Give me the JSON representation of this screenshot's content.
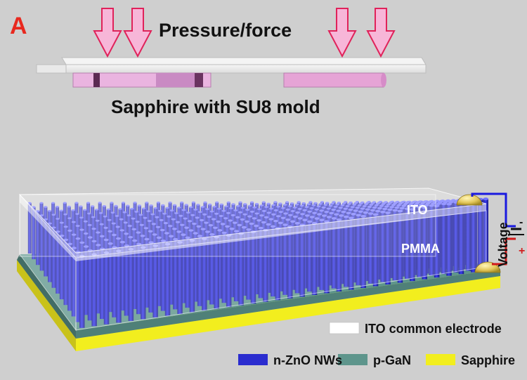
{
  "panel_label": "A",
  "top": {
    "pressure_label": "Pressure/force",
    "mold_label": "Sapphire with SU8 mold"
  },
  "device": {
    "ito_label": "ITO",
    "pmma_label": "PMMA",
    "voltage_label": "Voltage",
    "minus": "-",
    "plus": "+"
  },
  "legend": {
    "ito_common_electrode": "ITO common electrode",
    "nzno_nws": "n-ZnO NWs",
    "pgan": "p-GaN",
    "sapphire": "Sapphire"
  },
  "colors": {
    "background": "#cfcfcf",
    "nanowire": "#2a2ccf",
    "pgan": "#5e958c",
    "sapphire": "#f2ee1e",
    "ito": "#ffffff",
    "arrow_fill": "#f7b6d8",
    "arrow_stroke": "#e0225a",
    "mold": "#e8a6d8",
    "wire_negative": "#1a1adf",
    "wire_positive": "#d21a1a",
    "panel_label": "#e8281e"
  }
}
